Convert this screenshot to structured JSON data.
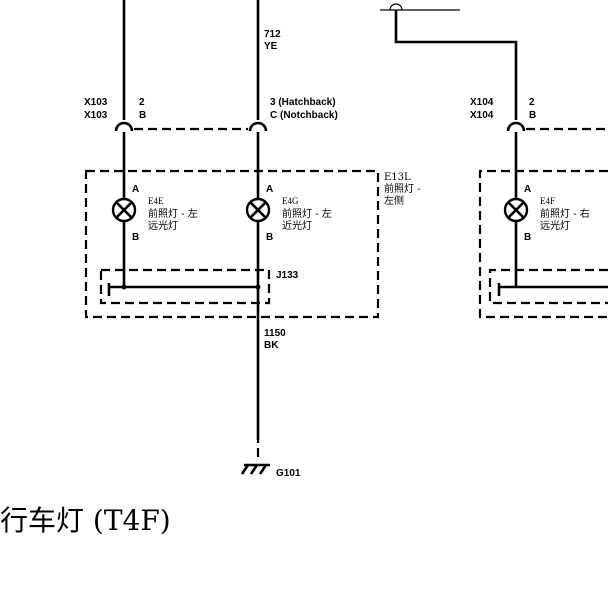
{
  "wires": {
    "top_center": {
      "line1": "712",
      "line2": "YE"
    },
    "bottom": {
      "line1": "1150",
      "line2": "BK"
    }
  },
  "connectors": {
    "left": {
      "ref1": "X103",
      "ref2": "X103",
      "pin1": "2",
      "pin2": "B"
    },
    "center": {
      "pin1": "3 (Hatchback)",
      "pin2": "C (Notchback)"
    },
    "right": {
      "ref1": "X104",
      "ref2": "X104",
      "pin1": "2",
      "pin2": "B"
    }
  },
  "assembly_left": {
    "code": "E13L",
    "name1": "前照灯 -",
    "name2": "左侧"
  },
  "lamps": [
    {
      "pin_top": "A",
      "pin_bottom": "B",
      "code": "E4E",
      "name1": "前照灯 - 左",
      "name2": "远光灯"
    },
    {
      "pin_top": "A",
      "pin_bottom": "B",
      "code": "E4G",
      "name1": "前照灯 - 左",
      "name2": "近光灯"
    },
    {
      "pin_top": "A",
      "pin_bottom": "B",
      "code": "E4F",
      "name1": "前照灯 - 右",
      "name2": "远光灯"
    }
  ],
  "splice": {
    "label": "J133"
  },
  "ground": {
    "label": "G101"
  },
  "caption": "行车灯 (T4F)"
}
